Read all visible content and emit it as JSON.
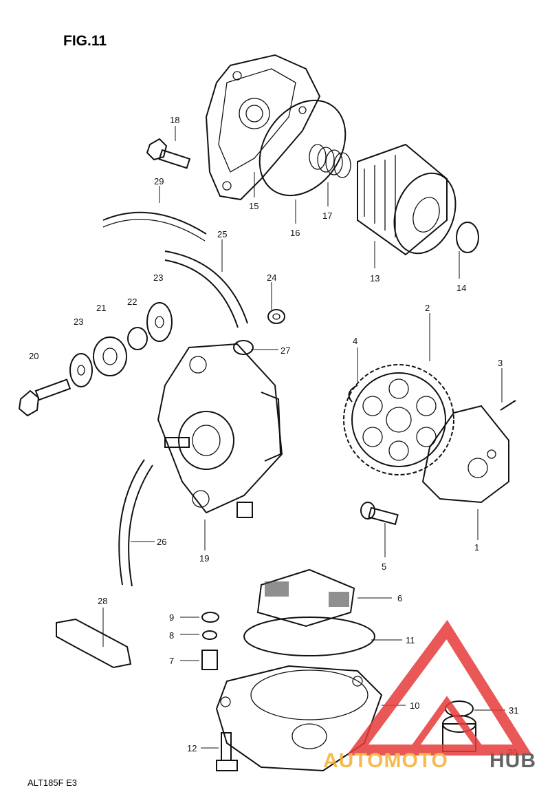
{
  "figure_title": "FIG.11",
  "model_code": "ALT185F E3",
  "watermark": {
    "text_left": "AUTOMOTO",
    "text_right": "HUB",
    "color_triangle": "#e63a3a",
    "color_left": "#f4b030",
    "color_right": "#4a4a4a"
  },
  "callouts": [
    "18",
    "29",
    "15",
    "16",
    "17",
    "13",
    "14",
    "25",
    "24",
    "23",
    "21",
    "22",
    "23",
    "20",
    "27",
    "2",
    "4",
    "3",
    "1",
    "5",
    "19",
    "26",
    "6",
    "28",
    "9",
    "11",
    "8",
    "7",
    "10",
    "31",
    "12",
    "30"
  ],
  "parts": {
    "p1": "1",
    "p2": "2",
    "p3": "3",
    "p4": "4",
    "p5": "5",
    "p6": "6",
    "p7": "7",
    "p8": "8",
    "p9": "9",
    "p10": "10",
    "p11": "11",
    "p12": "12",
    "p13": "13",
    "p14": "14",
    "p15": "15",
    "p16": "16",
    "p17": "17",
    "p18": "18",
    "p19": "19",
    "p20": "20",
    "p21": "21",
    "p22": "22",
    "p23a": "23",
    "p23b": "23",
    "p24": "24",
    "p25": "25",
    "p26": "26",
    "p27": "27",
    "p28": "28",
    "p29": "29",
    "p30": "30",
    "p31": "31"
  }
}
